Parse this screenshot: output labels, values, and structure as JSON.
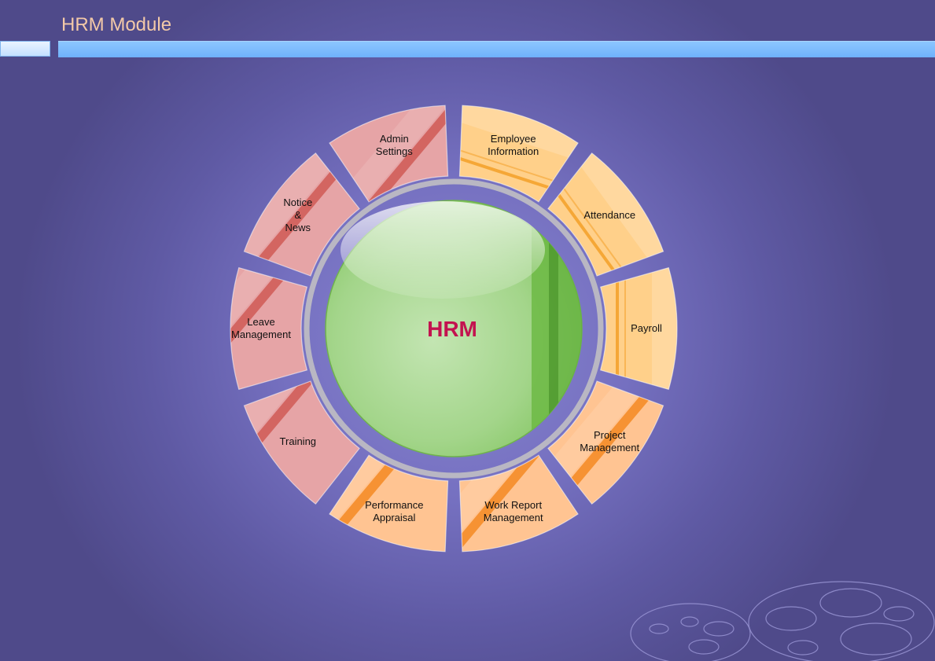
{
  "page": {
    "title": "HRM Module"
  },
  "hub": {
    "label": "HRM"
  },
  "colors": {
    "admin_group": "#e6a4a6",
    "admin_stripe": "#cf5a55",
    "employee_group": "#ffd08a",
    "employee_stripe": "#f39c20",
    "orange_group": "#ffc492",
    "orange_stripe": "#f58a22",
    "hub": "#8dd06e"
  },
  "segments": [
    {
      "id": "employee-information",
      "lines": [
        "Employee",
        "Information"
      ],
      "group": "employee"
    },
    {
      "id": "attendance",
      "lines": [
        "Attendance"
      ],
      "group": "employee"
    },
    {
      "id": "payroll",
      "lines": [
        "Payroll"
      ],
      "group": "employee"
    },
    {
      "id": "project-management",
      "lines": [
        "Project",
        "Management"
      ],
      "group": "orange"
    },
    {
      "id": "work-report-management",
      "lines": [
        "Work Report",
        "Management"
      ],
      "group": "orange"
    },
    {
      "id": "performance-appraisal",
      "lines": [
        "Performance",
        "Appraisal"
      ],
      "group": "orange"
    },
    {
      "id": "training",
      "lines": [
        "Training"
      ],
      "group": "admin"
    },
    {
      "id": "leave-management",
      "lines": [
        "Leave",
        "Management"
      ],
      "group": "admin"
    },
    {
      "id": "notice-news",
      "lines": [
        "Notice",
        "&",
        "News"
      ],
      "group": "admin"
    },
    {
      "id": "admin-settings",
      "lines": [
        "Admin",
        "Settings"
      ],
      "group": "admin"
    }
  ]
}
